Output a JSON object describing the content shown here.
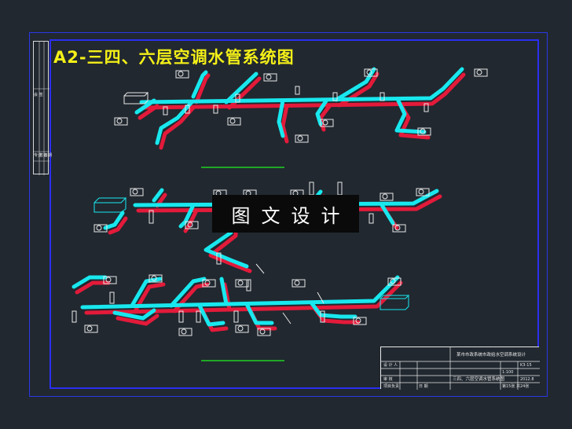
{
  "drawing": {
    "title": "A2-三四、六层空调水管系统图",
    "watermark": "图文设计",
    "colors": {
      "background": "#212830",
      "frame": "#2b37e6",
      "supply_pipe": "#18e8ee",
      "return_pipe": "#e31a3a",
      "equipment": "#e8e8e8",
      "title": "#f4f018",
      "marker_line": "#1fd21f"
    }
  },
  "title_block": {
    "project_name": "某市市政系统市政给水空调系统设计",
    "drawing_name": "三四、六层空调水管系统图",
    "drawing_no": "K3-15",
    "scale": "1:100",
    "sheet": "第15张 共24张",
    "designer_label": "设 计 人",
    "checker_label": "审 核",
    "approver_label": "项目负责",
    "date_label": "日 期",
    "date": "2012.8"
  },
  "side_strip": {
    "labels": [
      "会 签",
      "专业",
      "签名",
      "日期"
    ]
  }
}
